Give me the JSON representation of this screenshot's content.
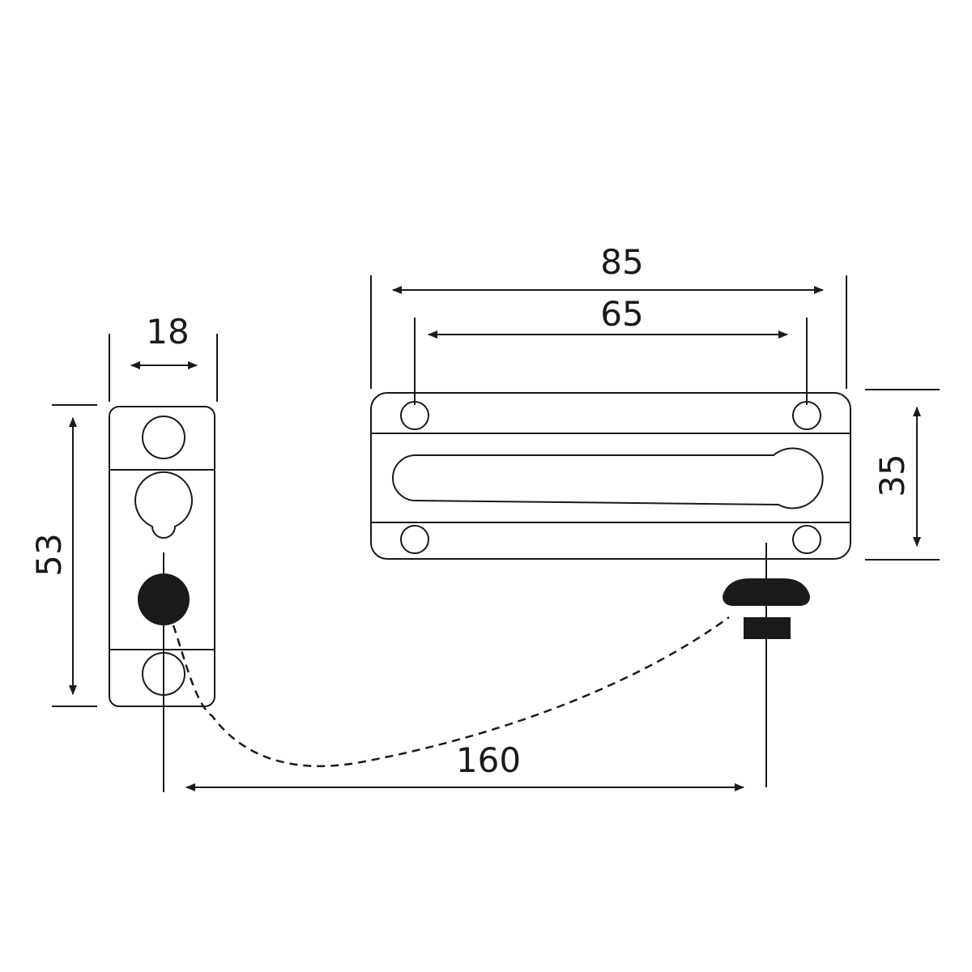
{
  "dimensions": {
    "plate_width": "18",
    "plate_height": "53",
    "slide_width": "85",
    "hole_spacing": "65",
    "slide_height": "35",
    "chain_length": "160"
  },
  "colors": {
    "line": "#1a1a1a",
    "background": "#ffffff"
  }
}
